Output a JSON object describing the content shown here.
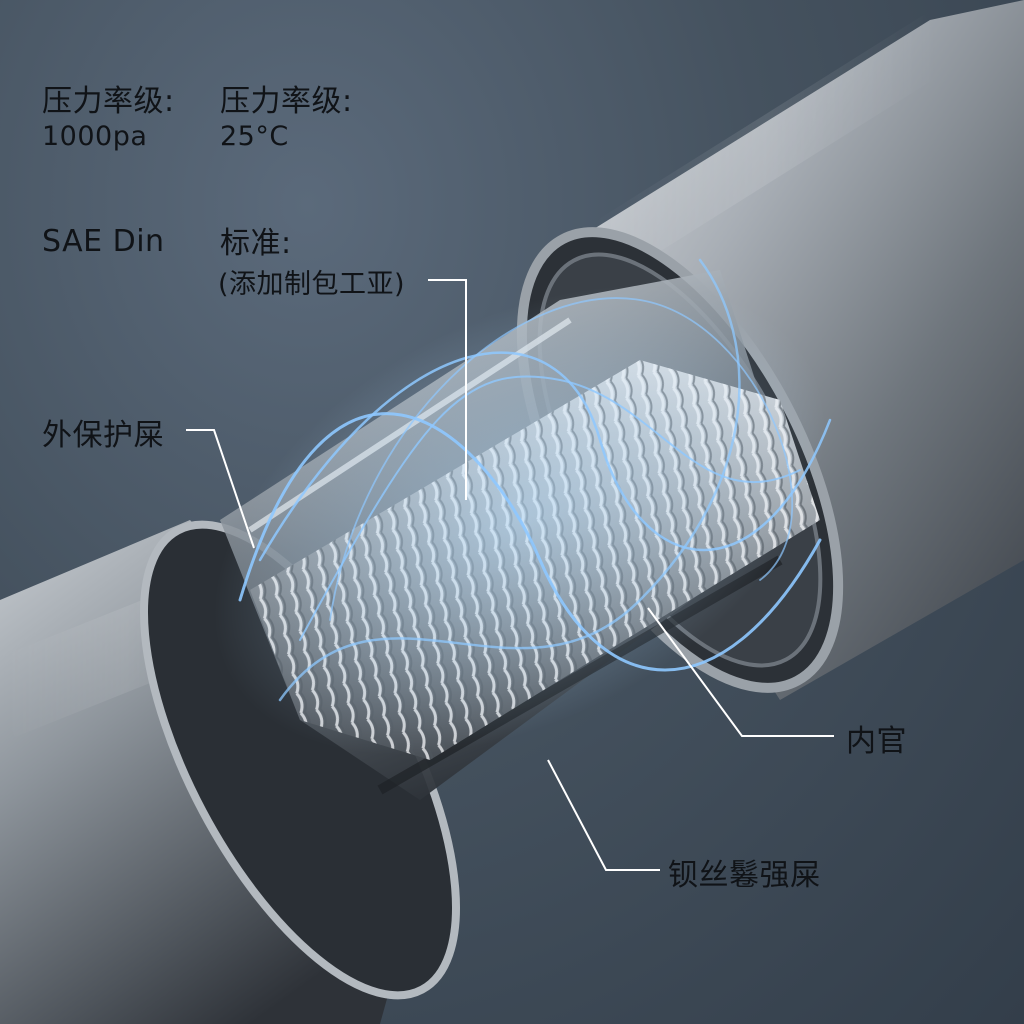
{
  "specs": {
    "pressure_label_1": "压力率级:",
    "pressure_label_2": "压力率级:",
    "pressure_value": "1000pa",
    "temperature_value": "25°C",
    "standard_name": "SAE Din",
    "standard_label": "标准:",
    "standard_note": "(添加制包工亚)"
  },
  "callouts": {
    "outer_layer": "外保护屎",
    "inner_tube": "内官",
    "wire_braid": "钡丝鬈强屎"
  },
  "colors": {
    "background": "#45525f",
    "metal_light": "#c9ced3",
    "metal_dark": "#3a3f45",
    "glow": "#8ec8ff",
    "leader_line": "#ffffff"
  }
}
